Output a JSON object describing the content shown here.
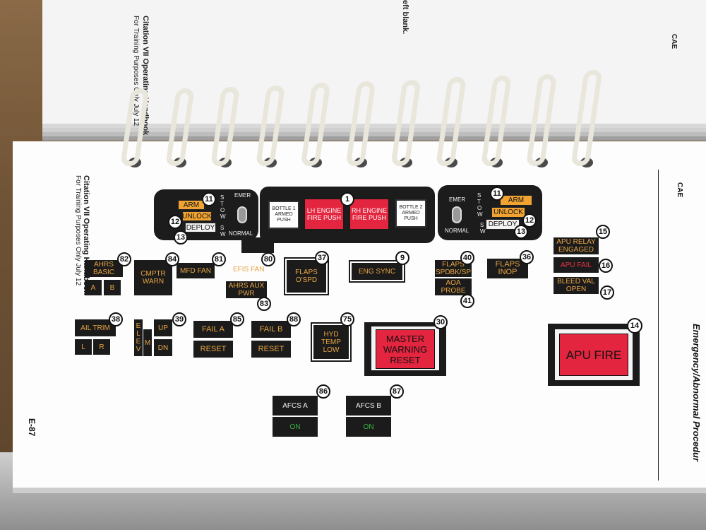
{
  "top_page": {
    "title": "Citation VII Operating Handbook",
    "subtitle": "For Training Purposes Only  July 12",
    "blank_note": "eft blank.",
    "logo": "CAE"
  },
  "page": {
    "title": "Citation VII Operating Handbook",
    "subtitle": "For Training Purposes Only  July 12",
    "page_number": "E-87",
    "logo": "CAE",
    "section": "Emergency/Abnormal Procedur"
  },
  "left_reverser": {
    "arm": "ARM",
    "unlock": "UNLOCK",
    "deploy": "DEPLOY",
    "stow": "STOW",
    "sw": "SW",
    "emer": "EMER",
    "normal": "NORMAL",
    "n_arm": "11",
    "n_unlock": "12",
    "n_deploy": "13"
  },
  "fire_panel": {
    "bottle1": "BOTTLE 1 ARMED PUSH",
    "lh": "LH ENGINE FIRE PUSH",
    "rh": "RH ENGINE FIRE PUSH",
    "bottle2": "BOTTLE 2 ARMED PUSH",
    "n": "1"
  },
  "right_reverser": {
    "arm": "ARM",
    "unlock": "UNLOCK",
    "deploy": "DEPLOY",
    "stow": "STOW",
    "sw": "SW",
    "emer": "EMER",
    "normal": "NORMAL",
    "n_arm": "11",
    "n_unlock": "12",
    "n_deploy": "13"
  },
  "annunciators": {
    "ahrs_basic": "AHRS BASIC",
    "ahrs_a": "A",
    "ahrs_b": "B",
    "n82": "82",
    "cmptr_warn": "CMPTR WARN",
    "n84": "84",
    "mfd_fan": "MFD FAN",
    "n81": "81",
    "efis_fan": "EFIS FAN",
    "n80": "80",
    "ahrs_aux": "AHRS AUX PWR",
    "n83": "83",
    "flaps_ospd": "FLAPS O'SPD",
    "n37": "37",
    "eng_sync": "ENG SYNC",
    "n9": "9",
    "flaps_spdbk": "FLAPS SPDBK/SP",
    "aoa_probe": "AOA PROBE",
    "n40": "40",
    "n41": "41",
    "flaps_inop": "FLAPS INOP",
    "n36": "36",
    "apu_relay": "APU RELAY ENGAGED",
    "n15": "15",
    "apu_fail": "APU FAIL",
    "n16": "16",
    "bleed_val": "BLEED VAL OPEN",
    "n17": "17",
    "ail_trim": "AIL TRIM",
    "ail_l": "L",
    "ail_r": "R",
    "n38": "38",
    "elev": "E L E V",
    "elev_m": "M",
    "up": "UP",
    "dn": "DN",
    "n39": "39",
    "fail_a": "FAIL A",
    "reset_a": "RESET",
    "n85": "85",
    "fail_b": "FAIL B",
    "reset_b": "RESET",
    "n88": "88",
    "hyd_temp": "HYD TEMP LOW",
    "n75": "75",
    "master_warning": "MASTER WARNING RESET",
    "n30": "30",
    "apu_fire": "APU FIRE",
    "n14": "14",
    "afcs_a": "AFCS  A",
    "afcs_a_on": "ON",
    "n86": "86",
    "afcs_b": "AFCS  B",
    "afcs_b_on": "ON",
    "n87": "87"
  },
  "colors": {
    "amber": "#f0a330",
    "red": "#e3253f",
    "green": "#3db53d"
  }
}
